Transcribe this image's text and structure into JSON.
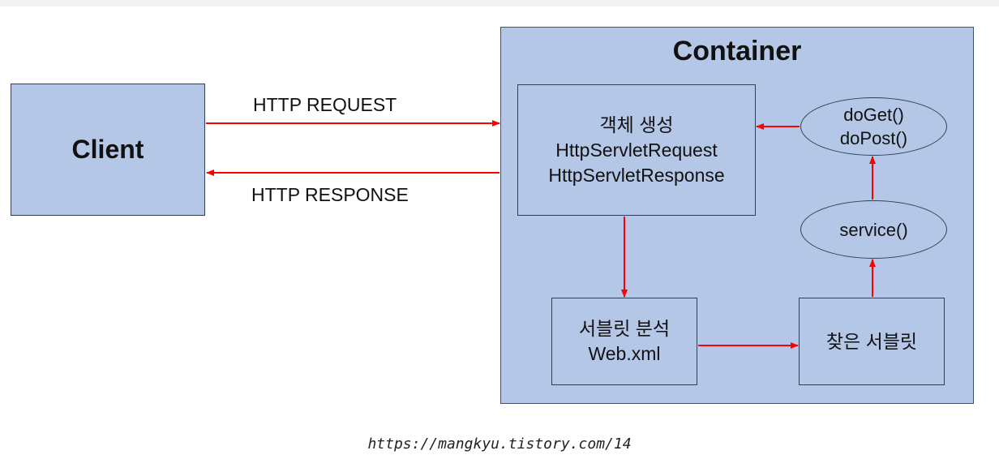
{
  "diagram": {
    "client_label": "Client",
    "container_title": "Container",
    "http_request_label": "HTTP REQUEST",
    "http_response_label": "HTTP RESPONSE",
    "create_object": {
      "line1": "객체 생성",
      "line2": "HttpServletRequest",
      "line3": "HttpServletResponse"
    },
    "doget_dopost": {
      "line1": "doGet()",
      "line2": "doPost()"
    },
    "service_label": "service()",
    "servlet_analysis": {
      "line1": "서블릿 분석",
      "line2": "Web.xml"
    },
    "found_servlet_label": "찾은 서블릿"
  },
  "caption": "https://mangkyu.tistory.com/14",
  "colors": {
    "box_fill": "#b4c7e7",
    "box_border": "#2f3f55",
    "arrow": "#ff0000"
  }
}
